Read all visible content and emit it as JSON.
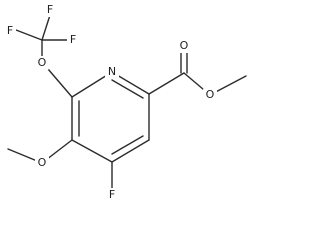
{
  "atoms": {
    "f1": "F",
    "f2": "F",
    "f3": "F",
    "o_ether": "O",
    "n_ring": "N",
    "o_carbonyl": "O",
    "o_ester": "O",
    "o_methoxy": "O",
    "f_ring": "F"
  }
}
